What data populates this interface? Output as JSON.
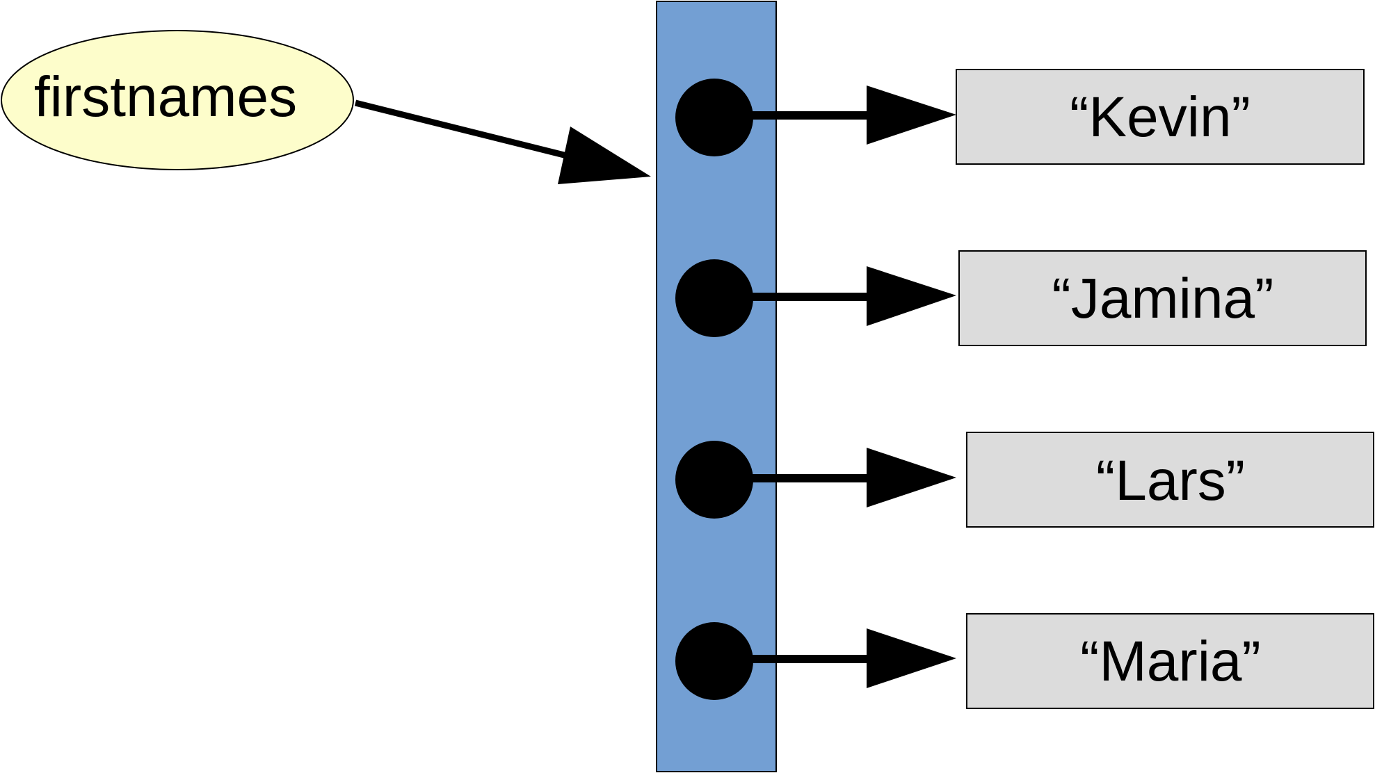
{
  "variable": {
    "name": "firstnames"
  },
  "array_slots": 4,
  "elements": [
    {
      "value": "“Kevin”"
    },
    {
      "value": "“Jamina”"
    },
    {
      "value": "“Lars”"
    },
    {
      "value": "“Maria”"
    }
  ],
  "colors": {
    "variable_fill": "#fdfdcb",
    "array_fill": "#739fd3",
    "box_fill": "#dcdcdc",
    "dot": "#000000",
    "arrow": "#000000"
  }
}
